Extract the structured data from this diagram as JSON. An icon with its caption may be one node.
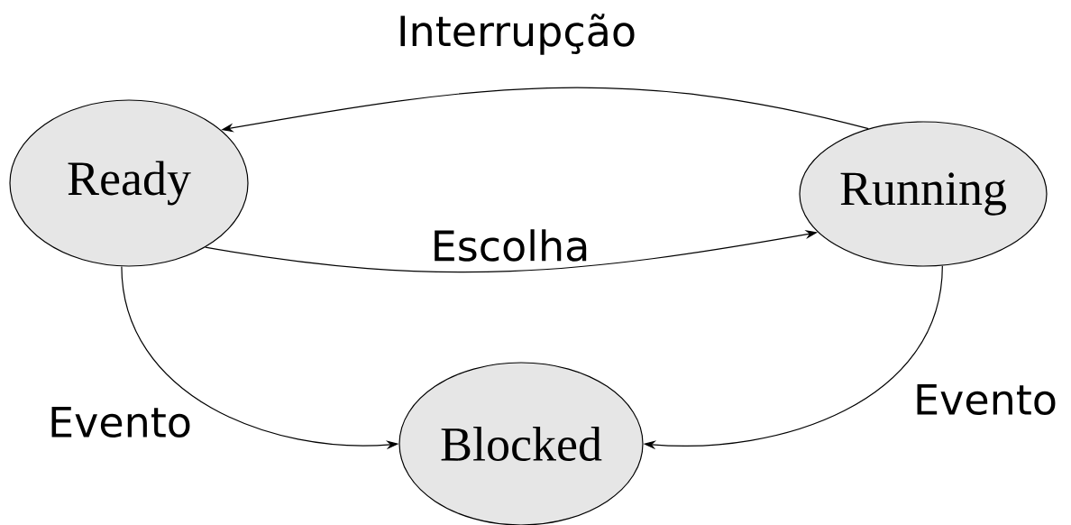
{
  "diagram": {
    "nodes": [
      {
        "text": [
          "Ready"
        ]
      },
      {
        "text": [
          "Running"
        ]
      },
      {
        "text": [
          "Blocked"
        ]
      }
    ],
    "edges": [
      {
        "from": 1,
        "to": 0,
        "arrow": "to",
        "label": "Interrupção"
      },
      {
        "from": 0,
        "to": 1,
        "arrow": "to",
        "label": "Escolha"
      },
      {
        "from": 0,
        "to": 2,
        "arrow": "to",
        "label": "Evento"
      },
      {
        "from": 1,
        "to": 2,
        "arrow": "to",
        "label": "Evento"
      }
    ]
  }
}
